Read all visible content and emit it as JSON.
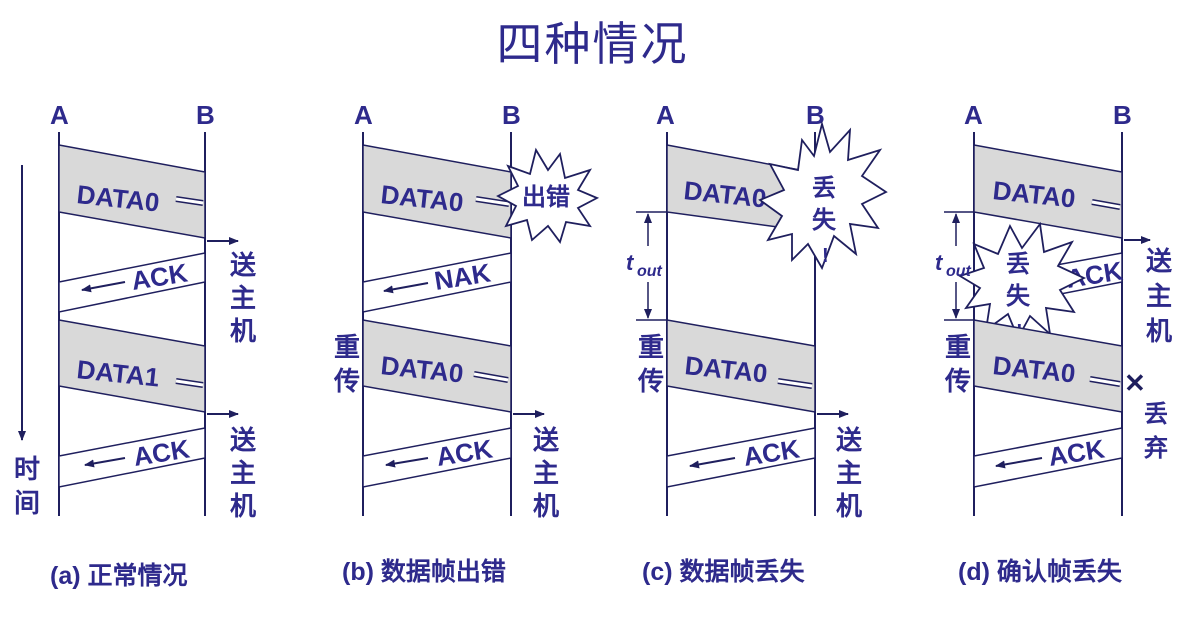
{
  "title": "四种情况",
  "colors": {
    "ink": "#2e2a8c",
    "line": "#1f1f5e",
    "frame": "#d9d9d9",
    "white": "#ffffff"
  },
  "panels": [
    {
      "id": "a",
      "node_a": "A",
      "node_b": "B",
      "caption": "(a) 正常情况",
      "frames": [
        "DATA0",
        "DATA1"
      ],
      "acks": [
        "ACK",
        "ACK"
      ],
      "deliver": [
        "送主机",
        "送主机"
      ],
      "time_axis": "时间"
    },
    {
      "id": "b",
      "node_a": "A",
      "node_b": "B",
      "caption": "(b) 数据帧出错",
      "frames": [
        "DATA0",
        "DATA0"
      ],
      "acks": [
        "NAK",
        "ACK"
      ],
      "error": "出错",
      "retransmit": "重传",
      "deliver": [
        "送主机"
      ]
    },
    {
      "id": "c",
      "node_a": "A",
      "node_b": "B",
      "caption": "(c) 数据帧丢失",
      "frames": [
        "DATA0",
        "DATA0"
      ],
      "acks": [
        "ACK"
      ],
      "lost": "丢失！",
      "timeout": "tout",
      "retransmit": "重传",
      "deliver": [
        "送主机"
      ]
    },
    {
      "id": "d",
      "node_a": "A",
      "node_b": "B",
      "caption": "(d) 确认帧丢失",
      "frames": [
        "DATA0",
        "DATA0"
      ],
      "acks": [
        "ACK",
        "ACK"
      ],
      "lost": "丢失！",
      "timeout": "tout",
      "retransmit": "重传",
      "deliver": [
        "送主机"
      ],
      "discard": "丢弃"
    }
  ]
}
